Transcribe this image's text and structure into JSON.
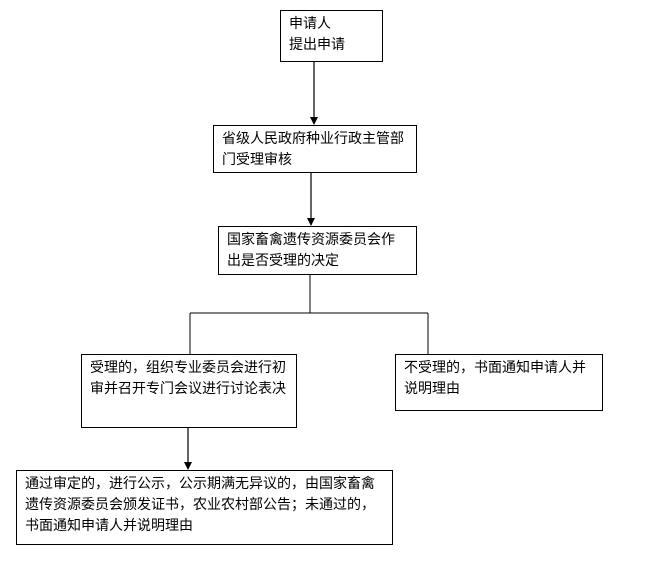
{
  "diagram": {
    "nodes": [
      {
        "id": "b1",
        "text": "申请人\n提出申请"
      },
      {
        "id": "b2",
        "text": "省级人民政府种业行政主管部门受理审核"
      },
      {
        "id": "b3",
        "text": "国家畜禽遗传资源委员会作出是否受理的决定"
      },
      {
        "id": "b4",
        "text": "受理的，组织专业委员会进行初审并召开专门会议进行讨论表决"
      },
      {
        "id": "b5",
        "text": "不受理的，书面通知申请人并说明理由"
      },
      {
        "id": "b6",
        "text": "通过审定的，进行公示，公示期满无异议的，由国家畜禽遗传资源委员会颁发证书，农业农村部公告；未通过的，书面通知申请人并说明理由"
      }
    ],
    "edges": [
      {
        "from": "b1",
        "to": "b2"
      },
      {
        "from": "b2",
        "to": "b3"
      },
      {
        "from": "b3",
        "to": "b4"
      },
      {
        "from": "b3",
        "to": "b5"
      },
      {
        "from": "b4",
        "to": "b6"
      }
    ]
  }
}
